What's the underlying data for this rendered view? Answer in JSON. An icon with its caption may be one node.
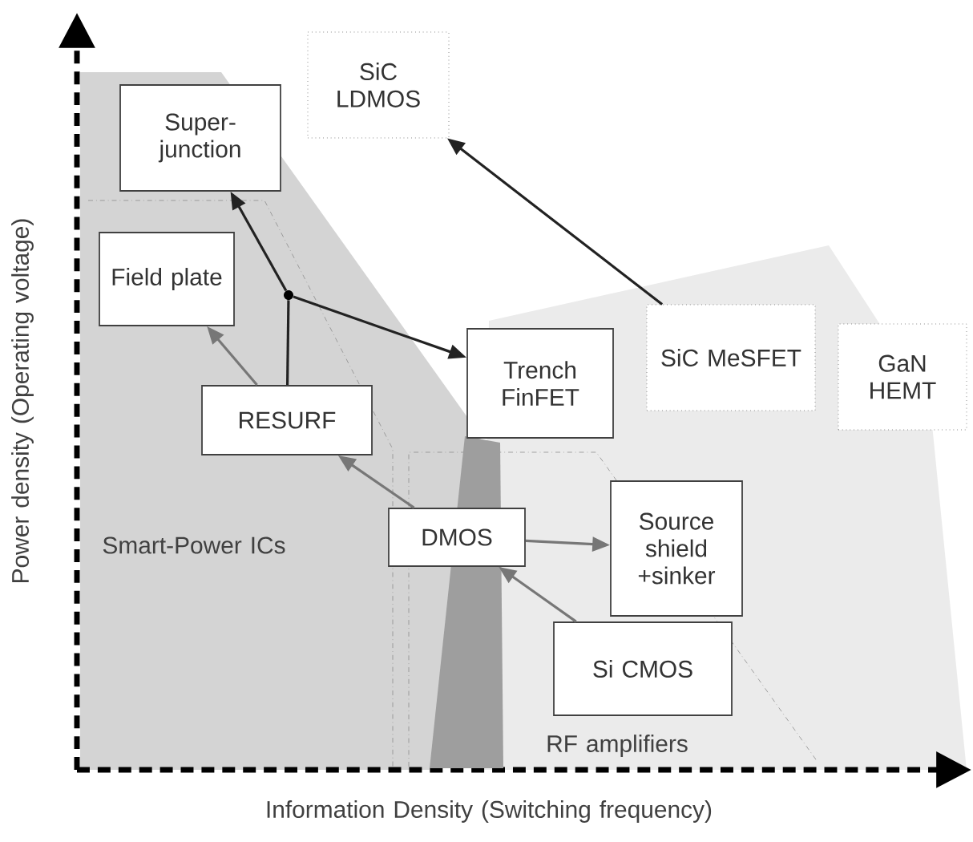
{
  "diagram": {
    "nodes": [
      {
        "text": [
          "SiC LDMOS"
        ]
      },
      {
        "text": [
          "Super-junction"
        ]
      },
      {
        "text": [
          "Field plate"
        ]
      },
      {
        "text": [],
        "shape": "circle"
      },
      {
        "text": [
          "Trench FinFET"
        ]
      },
      {
        "text": [
          "SiC MeSFET"
        ]
      },
      {
        "text": [
          "GaN HEMT"
        ]
      },
      {
        "text": [
          "RESURF"
        ]
      },
      {
        "text": [
          "DMOS"
        ]
      },
      {
        "text": [
          "Source shield +sinker"
        ]
      },
      {
        "text": [
          "Si CMOS"
        ]
      },
      {
        "text": [],
        "shape": "bar"
      }
    ],
    "edges": [
      {
        "from": 5,
        "to": 0,
        "arrow": "to",
        "color": "#222222"
      },
      {
        "from": 7,
        "to": 3,
        "arrow": "none",
        "color": "#222222"
      },
      {
        "from": 3,
        "to": 1,
        "arrow": "to",
        "color": "#222222"
      },
      {
        "from": 3,
        "to": 4,
        "arrow": "to",
        "color": "#222222"
      },
      {
        "from": 7,
        "to": 2,
        "arrow": "to",
        "color": "#777777"
      },
      {
        "from": 8,
        "to": 7,
        "arrow": "to",
        "color": "#777777"
      },
      {
        "from": 8,
        "to": 9,
        "arrow": "to",
        "color": "#777777"
      },
      {
        "from": 10,
        "to": 8,
        "arrow": "to",
        "color": "#777777"
      }
    ],
    "labels": [
      "Smart-Power ICs",
      "RF amplifiers",
      "Power density (Operating voltage)",
      "Information Density (Switching frequency)"
    ]
  }
}
